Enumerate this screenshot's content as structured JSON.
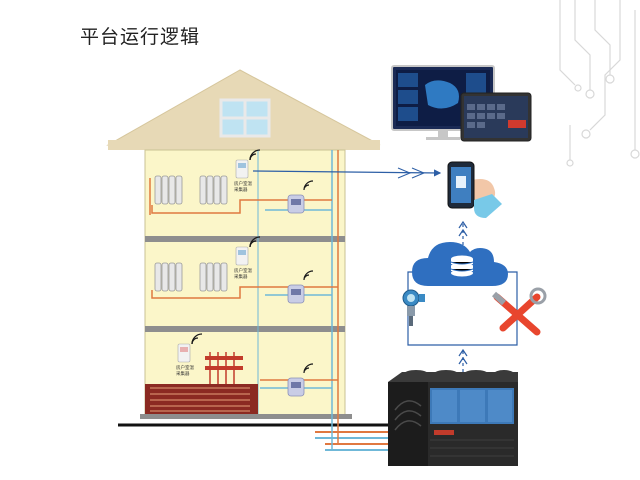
{
  "title": "平台运行逻辑",
  "thermostat_labels": {
    "floor3": [
      "房户室温",
      "采集器"
    ],
    "floor2": [
      "房户室温",
      "采集器"
    ],
    "floor1": [
      "房户室温",
      "采集器"
    ]
  },
  "colors": {
    "roof": "#e7d9b6",
    "wall": "#fbf6c9",
    "slab": "#8e8e8e",
    "cloud": "#2f6fc0",
    "arrow": "#2d5fa6",
    "pipe_red": "#e07840",
    "pipe_blue": "#6fb8d8"
  },
  "icons": [
    "cloud-database-icon",
    "pressure-transmitter-icon",
    "tools-icon",
    "smartphone-icon",
    "monitor-icon",
    "tablet-icon",
    "wifi-icon",
    "heat-pump-unit"
  ]
}
